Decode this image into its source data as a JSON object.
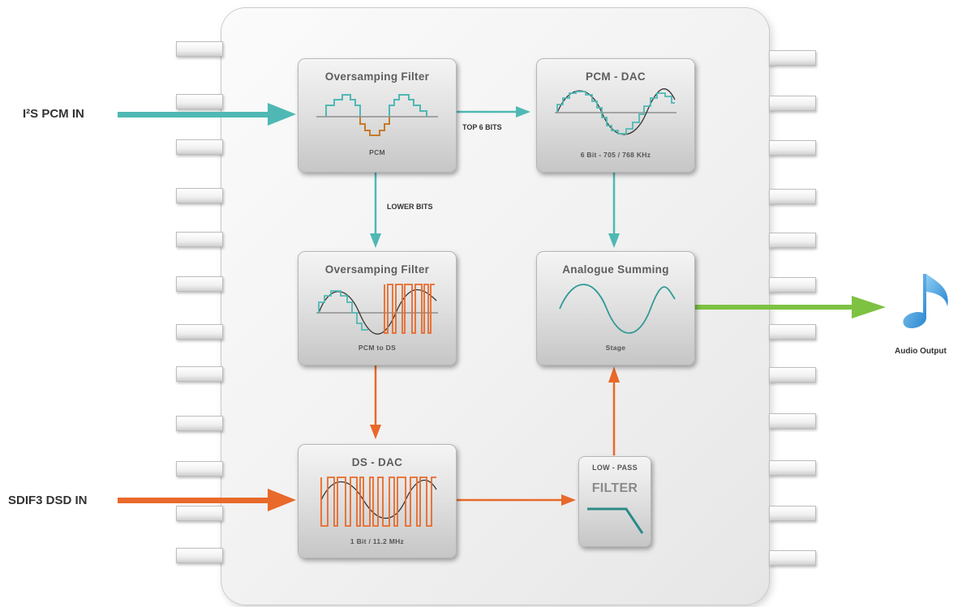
{
  "inputs": {
    "pcm_in": "I²S PCM IN",
    "dsd_in": "SDIF3 DSD IN"
  },
  "blocks": {
    "oversampling_pcm": {
      "title": "Oversamping Filter",
      "subtitle": "PCM"
    },
    "pcm_dac": {
      "title": "PCM - DAC",
      "subtitle": "6 Bit -  705 / 768 KHz"
    },
    "oversampling_ds": {
      "title": "Oversamping Filter",
      "subtitle": "PCM to DS"
    },
    "analogue_summing": {
      "title": "Analogue Summing",
      "subtitle": "Stage"
    },
    "ds_dac": {
      "title": "DS - DAC",
      "subtitle": "1 Bit / 11.2 MHz"
    },
    "low_pass_filter": {
      "title": "LOW - PASS",
      "big": "FILTER"
    }
  },
  "edge_labels": {
    "top_bits": "TOP 6 BITS",
    "lower_bits": "LOWER BITS"
  },
  "output": {
    "label": "Audio Output",
    "icon": "music-note-icon"
  },
  "colors": {
    "teal": "#4fb8b4",
    "orange": "#e8692a",
    "green": "#7dc242",
    "note": "#3f9fdc"
  }
}
